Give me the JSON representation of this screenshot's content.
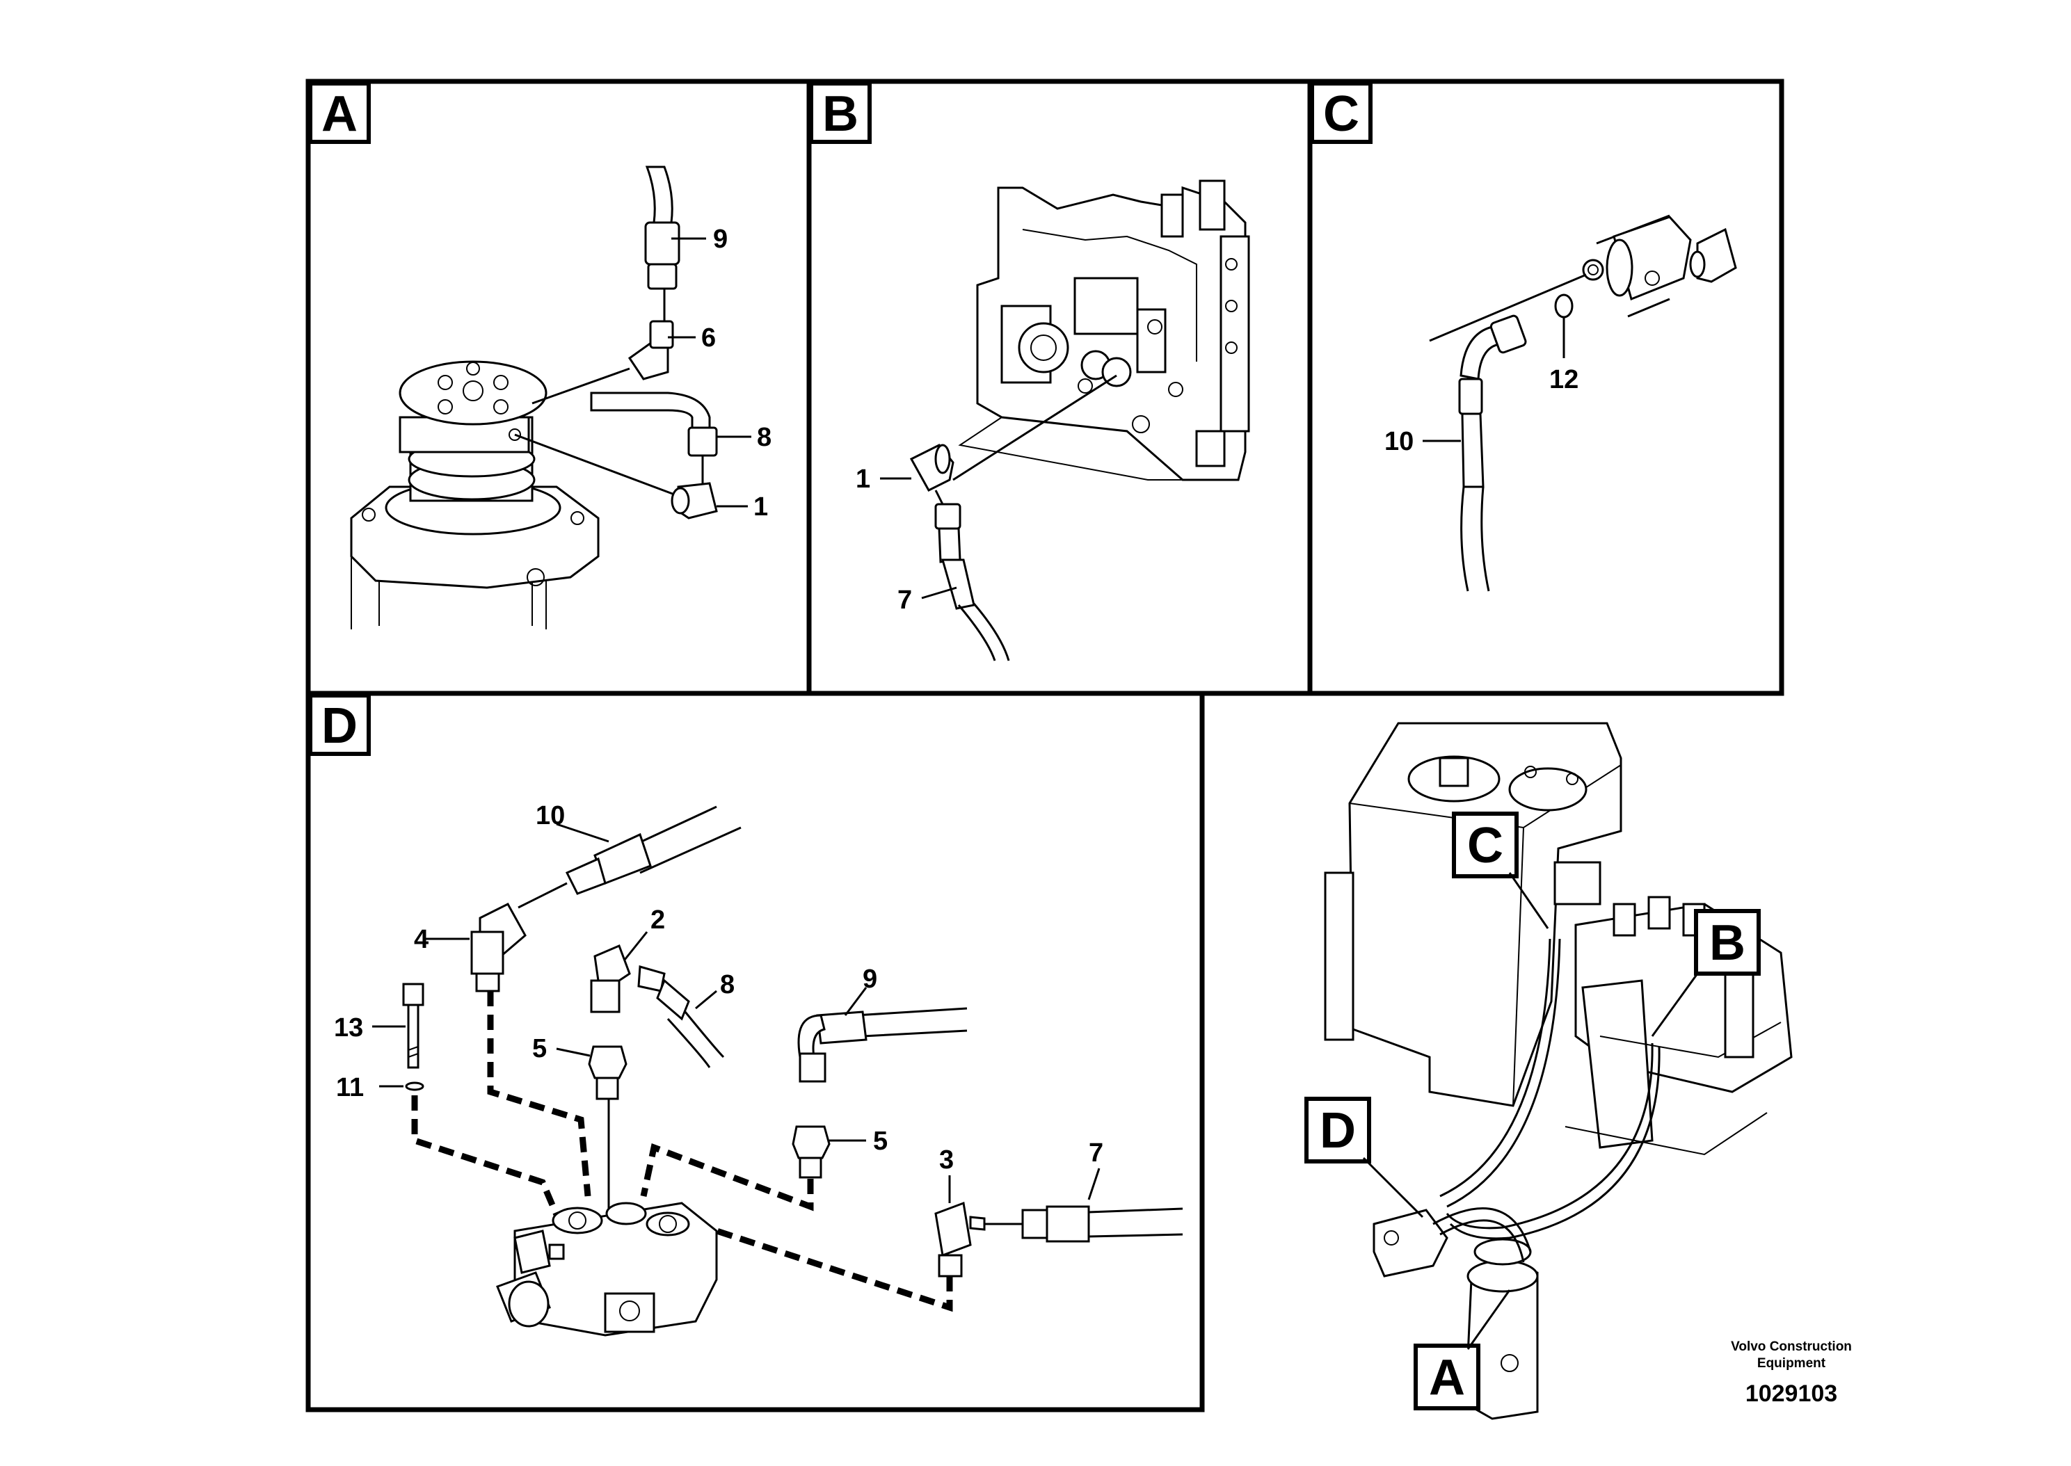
{
  "panels": {
    "A": {
      "letter": "A",
      "callouts": [
        "9",
        "6",
        "8",
        "1"
      ]
    },
    "B": {
      "letter": "B",
      "callouts": [
        "1",
        "7"
      ]
    },
    "C": {
      "letter": "C",
      "callouts": [
        "12",
        "10"
      ]
    },
    "D": {
      "letter": "D",
      "callouts": [
        "10",
        "2",
        "4",
        "8",
        "9",
        "13",
        "5",
        "11",
        "5",
        "3",
        "7"
      ]
    }
  },
  "overview": {
    "markers": [
      "C",
      "B",
      "D",
      "A"
    ]
  },
  "footer": {
    "company_line1": "Volvo Construction",
    "company_line2": "Equipment",
    "figure_number": "1029103"
  }
}
